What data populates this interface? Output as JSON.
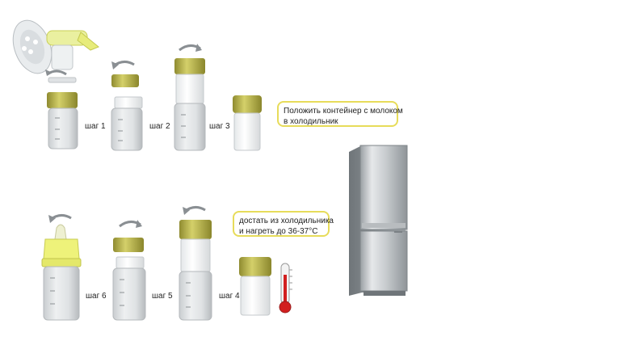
{
  "steps": [
    {
      "label": "шаг 1"
    },
    {
      "label": "шаг 2"
    },
    {
      "label": "шаг 3"
    },
    {
      "label": "шаг 4"
    },
    {
      "label": "шаг 5"
    },
    {
      "label": "шаг 6"
    }
  ],
  "callouts": {
    "store": {
      "line1": "Положить контейнер с молоком",
      "line2": "в холодильник"
    },
    "warm": {
      "line1": "достать из холодильника",
      "line2": "и нагреть до 36-37°C"
    }
  },
  "colors": {
    "collar": "#c9c55a",
    "collar_dark": "#9c9838",
    "accent_yellow": "#e7dc5a",
    "thermometer_red": "#d21f1f"
  },
  "icons": [
    "breast-pump-icon",
    "bottle-icon",
    "storage-container-icon",
    "rotate-arrow-icon",
    "refrigerator-icon",
    "thermometer-icon"
  ]
}
